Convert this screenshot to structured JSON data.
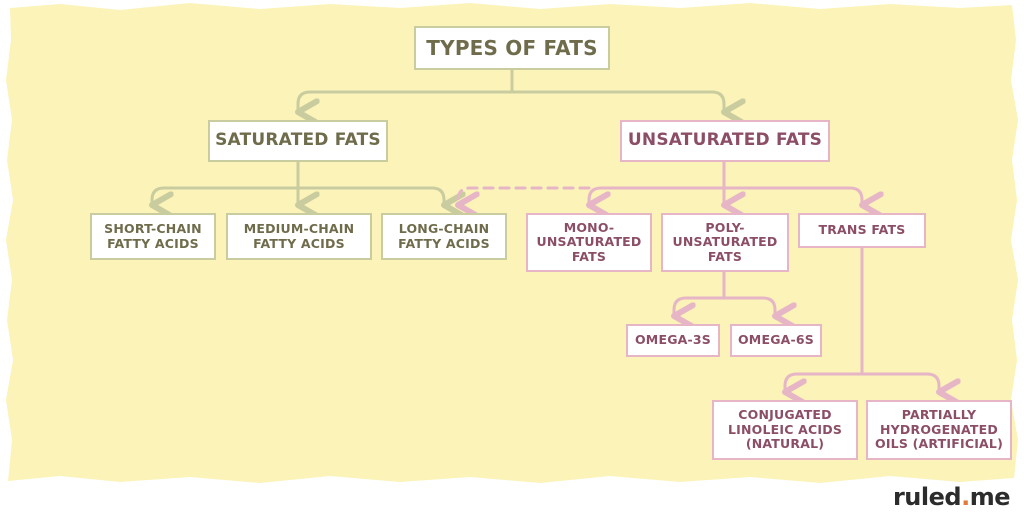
{
  "colors": {
    "background": "#fbf3b8",
    "saturated_branch": "#c9cc9f",
    "unsaturated_branch": "#e6b6c7",
    "saturated_text": "#6f6c4c",
    "unsaturated_text": "#8b4e66",
    "logo_accent": "#e07b3c"
  },
  "nodes": {
    "root": "TYPES OF FATS",
    "saturated": "SATURATED FATS",
    "unsaturated": "UNSATURATED FATS",
    "short_chain": "SHORT-CHAIN\nFATTY ACIDS",
    "medium_chain": "MEDIUM-CHAIN\nFATTY ACIDS",
    "long_chain": "LONG-CHAIN\nFATTY ACIDS",
    "mono": "MONO-\nUNSATURATED\nFATS",
    "poly": "POLY-\nUNSATURATED\nFATS",
    "trans": "TRANS FATS",
    "omega3": "OMEGA-3s",
    "omega6": "OMEGA-6s",
    "cla": "CONJUGATED\nLINOLEIC ACIDS\n(NATURAL)",
    "pho": "PARTIALLY\nHYDROGENATED\nOILS (ARTIFICIAL)"
  },
  "edges": [
    {
      "from": "root",
      "to": "saturated",
      "color": "saturated_branch",
      "dashed": false
    },
    {
      "from": "root",
      "to": "unsaturated",
      "color": "saturated_branch",
      "dashed": false
    },
    {
      "from": "saturated",
      "to": "short_chain",
      "color": "saturated_branch",
      "dashed": false
    },
    {
      "from": "saturated",
      "to": "medium_chain",
      "color": "saturated_branch",
      "dashed": false
    },
    {
      "from": "saturated",
      "to": "long_chain",
      "color": "saturated_branch",
      "dashed": false
    },
    {
      "from": "unsaturated",
      "to": "long_chain",
      "color": "unsaturated_branch",
      "dashed": true
    },
    {
      "from": "unsaturated",
      "to": "mono",
      "color": "unsaturated_branch",
      "dashed": false
    },
    {
      "from": "unsaturated",
      "to": "trans",
      "color": "unsaturated_branch",
      "dashed": false
    },
    {
      "from": "poly",
      "to": "omega3",
      "color": "unsaturated_branch",
      "dashed": false
    },
    {
      "from": "poly",
      "to": "omega6",
      "color": "unsaturated_branch",
      "dashed": false
    },
    {
      "from": "trans",
      "to": "cla",
      "color": "unsaturated_branch",
      "dashed": false
    },
    {
      "from": "trans",
      "to": "pho",
      "color": "unsaturated_branch",
      "dashed": false
    }
  ],
  "logo": {
    "name": "ruled",
    "dot": ".",
    "tld": "me"
  }
}
